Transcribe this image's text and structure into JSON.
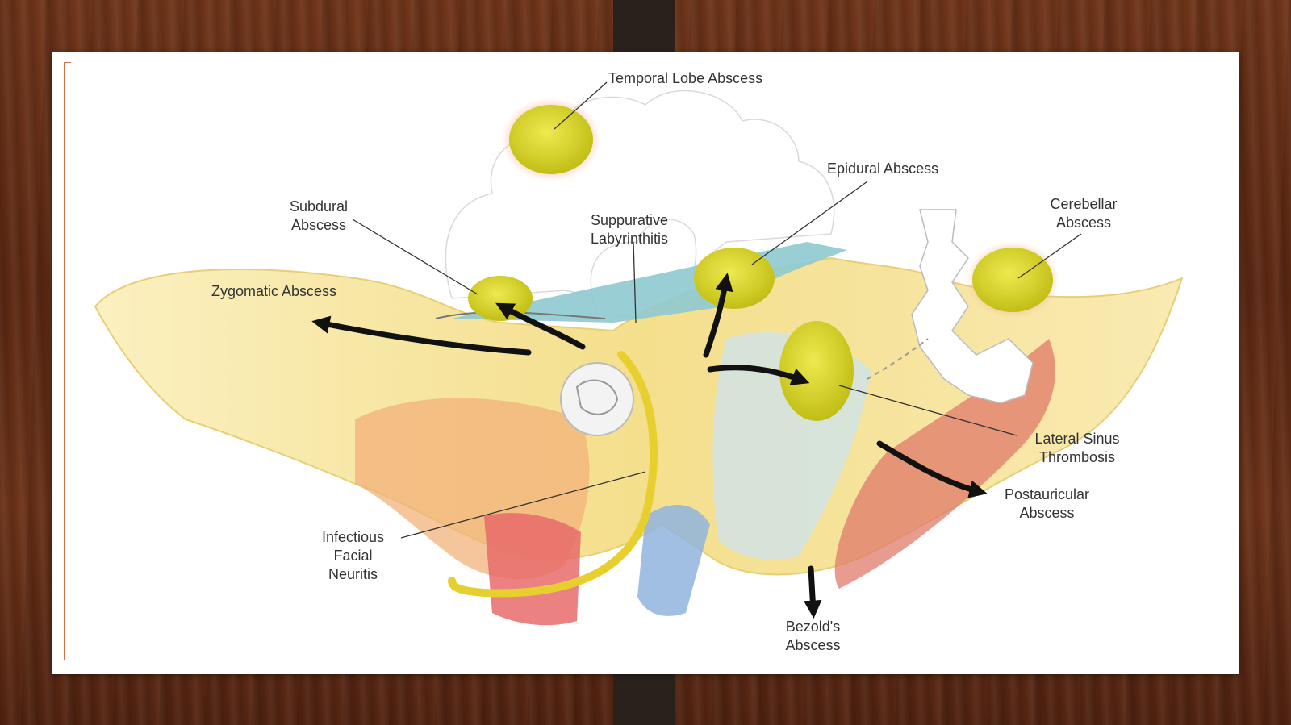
{
  "labels": {
    "temporal_lobe": [
      "Temporal Lobe Abscess"
    ],
    "epidural": [
      "Epidural Abscess"
    ],
    "subdural": [
      "Subdural",
      "Abscess"
    ],
    "suppurative": [
      "Suppurative",
      "Labyrinthitis"
    ],
    "cerebellar": [
      "Cerebellar",
      "Abscess"
    ],
    "zygomatic": [
      "Zygomatic Abscess"
    ],
    "lateral_sinus": [
      "Lateral Sinus",
      "Thrombosis"
    ],
    "postauricular": [
      "Postauricular",
      "Abscess"
    ],
    "facial_neuritis": [
      "Infectious",
      "Facial",
      "Neuritis"
    ],
    "bezold": [
      "Bezold's",
      "Abscess"
    ]
  },
  "colors": {
    "abscess_fill": "#d8d426",
    "abscess_halo": "#e8a070",
    "bone": "#f6e7a3",
    "dura": "#8fc9d0",
    "muscle": "#e07a6a",
    "vessel": "#8fb4de",
    "arrow": "#111111"
  }
}
